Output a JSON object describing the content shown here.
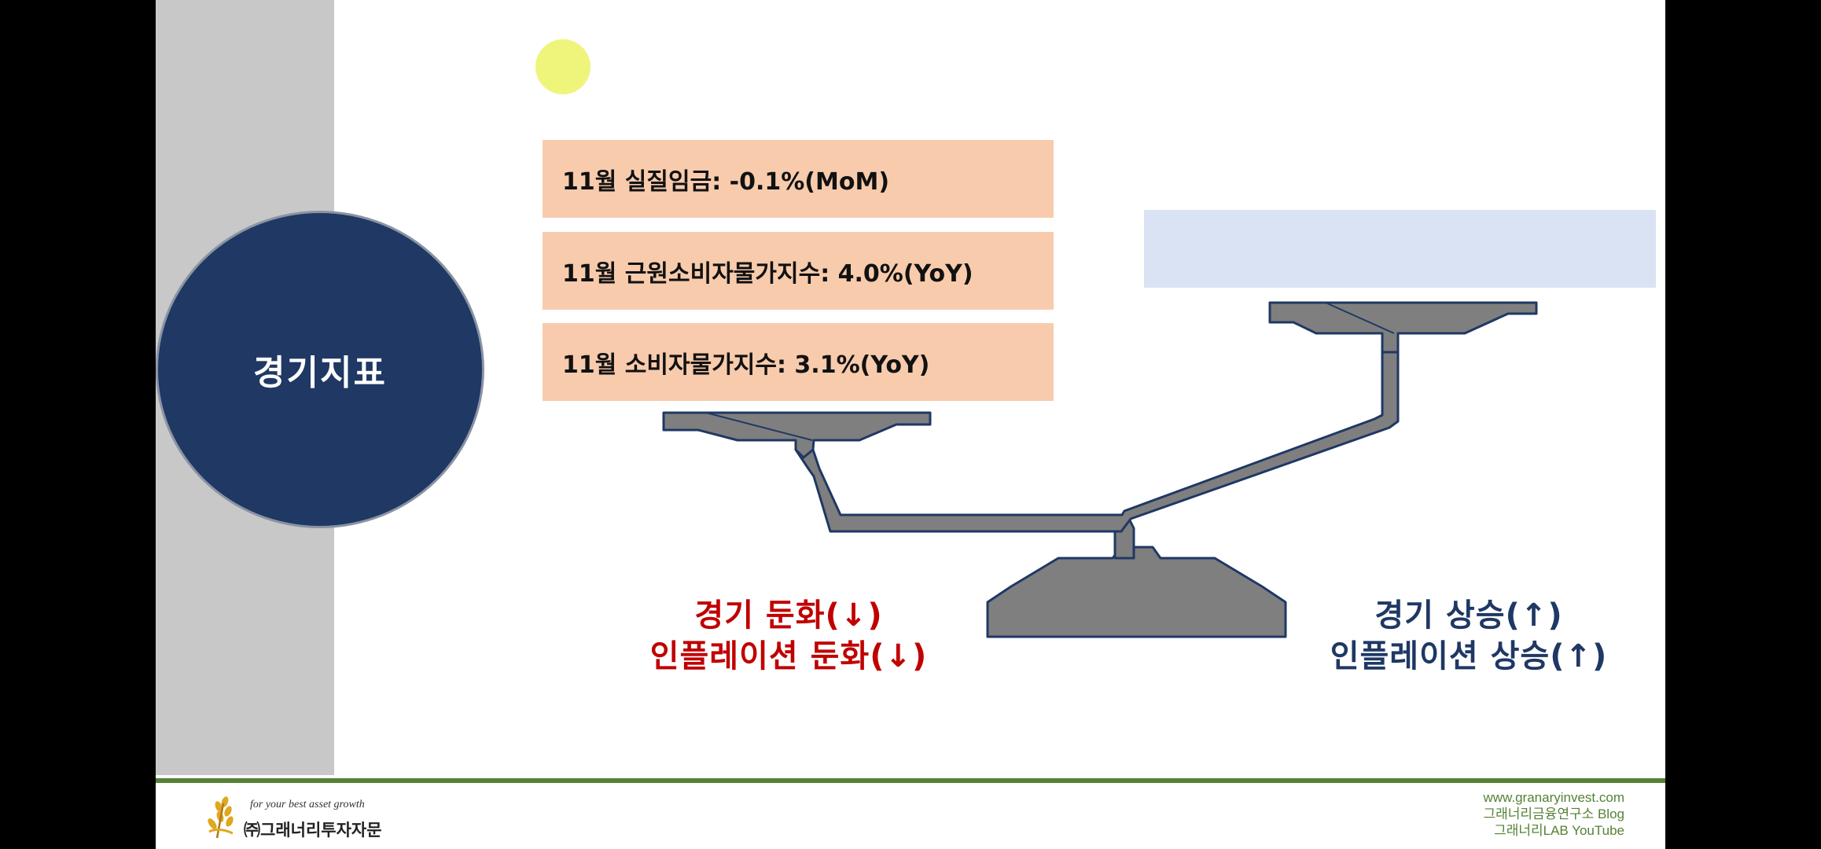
{
  "slide": {
    "title": "경기지표",
    "indicators": [
      "11월 실질임금: -0.1%(MoM)",
      "11월 근원소비자물가지수: 4.0%(YoY)",
      "11월 소비자물가지수: 3.1%(YoY)"
    ],
    "left_label": [
      "경기 둔화(↓)",
      "인플레이션 둔화(↓)"
    ],
    "right_label": [
      "경기 상승(↑)",
      "인플레이션 상승(↑)"
    ]
  },
  "footer": {
    "tagline": "for your best asset growth",
    "company": "㈜그래너리투자자문",
    "links": [
      "www.granaryinvest.com",
      "그래너리금융연구소 Blog",
      "그래너리LAB YouTube"
    ]
  },
  "colors": {
    "title_circle": "#1f3864",
    "indicator_box": "#f8cbad",
    "blue_panel": "#dae3f3",
    "scale_fill": "#7f7f7f",
    "scale_stroke": "#1f3864",
    "left_label": "#c00000",
    "right_label": "#1f3864",
    "accent_green": "#548235"
  },
  "icons": {
    "logo": "wheat-icon",
    "scale": "balance-scale-icon"
  }
}
